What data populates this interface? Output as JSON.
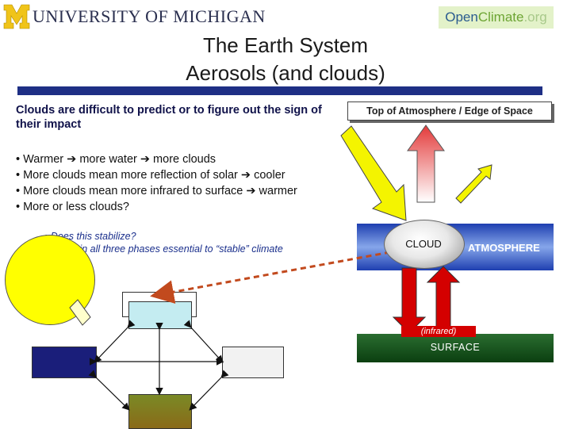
{
  "header": {
    "university_logo": "UNIVERSITY OF MICHIGAN",
    "openclimate_logo": {
      "open": "Open",
      "climate": "Climate",
      "org": ".org"
    }
  },
  "title": {
    "line1": "The Earth System",
    "line2": "Aerosols (and clouds)"
  },
  "left_text": {
    "heading": "Clouds are difficult to predict or to figure out the sign of their impact",
    "bullets": [
      "• Warmer ➔ more water ➔ more clouds",
      "• More clouds mean more reflection of solar ➔ cooler",
      "• More clouds mean more infrared to surface ➔ warmer",
      "• More or less clouds?"
    ],
    "sub_bullets": [
      "• Does this stabilize?",
      "• Water in all three phases essential to “stable” climate"
    ]
  },
  "right_diagram": {
    "top_label": "Top of Atmosphere / Edge of Space",
    "cloud_label": "CLOUD",
    "atmosphere_label": "ATMOSPHERE",
    "infrared_label": "(infrared)",
    "surface_label": "SURFACE"
  },
  "colors": {
    "title_rule": "#1e2f85",
    "sun": "#ffff00",
    "arrow_yellow": "#f4f400",
    "arrow_red": "#d40000",
    "atmosphere_blue": "#2a4fc0",
    "surface_green": "#1d5a22",
    "dashed_arrow": "#c24a1e"
  }
}
